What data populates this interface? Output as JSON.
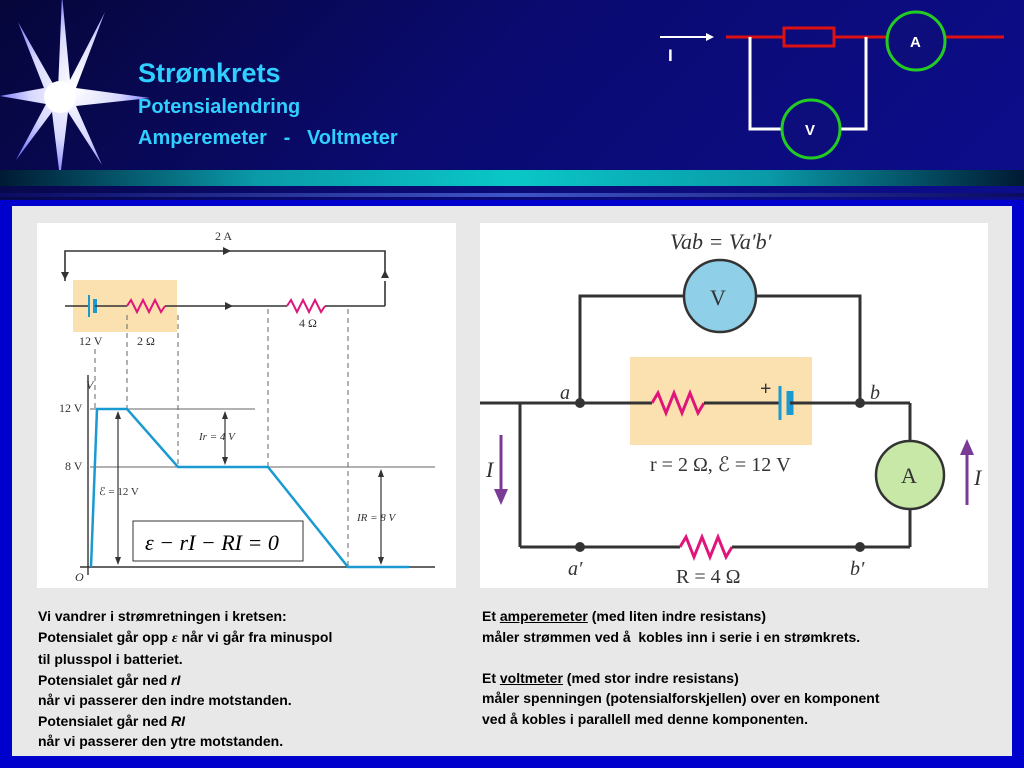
{
  "header": {
    "title": "Strømkrets",
    "subtitle1": "Potensialendring",
    "subtitle2": "Amperemeter   -   Voltmeter",
    "circuit": {
      "current_label": "I",
      "ammeter": "A",
      "voltmeter": "V"
    }
  },
  "left_figure": {
    "current_top": "2 A",
    "emf_label": "12 V",
    "r_internal": "2 Ω",
    "r_external": "4 Ω",
    "v_axis": "V",
    "origin": "O",
    "tick_12": "12 V",
    "tick_8": "8 V",
    "emf_annotation": "ℰ = 12 V",
    "ir_annotation": "Ir = 4 V",
    "IR_annotation": "IR = 8 V",
    "equation": "ε − rI − RI = 0"
  },
  "right_figure": {
    "equation_top": "Vab = Va′b′",
    "voltmeter": "V",
    "ammeter": "A",
    "node_a": "a",
    "node_b": "b",
    "node_a_prime": "a′",
    "node_b_prime": "b′",
    "plus": "+",
    "battery_params": "r = 2 Ω, ℰ = 12 V",
    "R_label": "R = 4 Ω",
    "current_left": "I",
    "current_right": "I"
  },
  "left_text": {
    "line1": "Vi vandrer i strømretningen i kretsen:",
    "line2a": "Potensialet går opp ",
    "line2_symbol": "ε",
    "line2b": " når vi går fra minuspol",
    "line3": "til plusspol i batteriet.",
    "line4a": "Potensialet går ned ",
    "line4_symbol": "rI",
    "line5": "når vi passerer den indre motstanden.",
    "line6a": "Potensialet går ned ",
    "line6_symbol": "RI",
    "line7": "når vi passerer den ytre motstanden."
  },
  "right_text": {
    "p1_pre": "Et ",
    "p1_term": "amperemeter",
    "p1_post": " (med liten indre resistans)",
    "p1_line2": "måler strømmen ved å  kobles inn i serie i en strømkrets.",
    "p2_pre": "Et ",
    "p2_term": "voltmeter",
    "p2_post": " (med stor indre resistans)",
    "p2_line2": "måler spenningen (potensialforskjellen) over en komponent",
    "p2_line3": "ved å kobles i parallell med denne komponenten."
  },
  "colors": {
    "title": "#2fd0ff",
    "meter_border": "#22cc22",
    "wire_red": "#dd1111",
    "resistor_pink": "#e0157a",
    "battery_teal": "#1a9ad0",
    "highlight": "#fbe0b0"
  }
}
